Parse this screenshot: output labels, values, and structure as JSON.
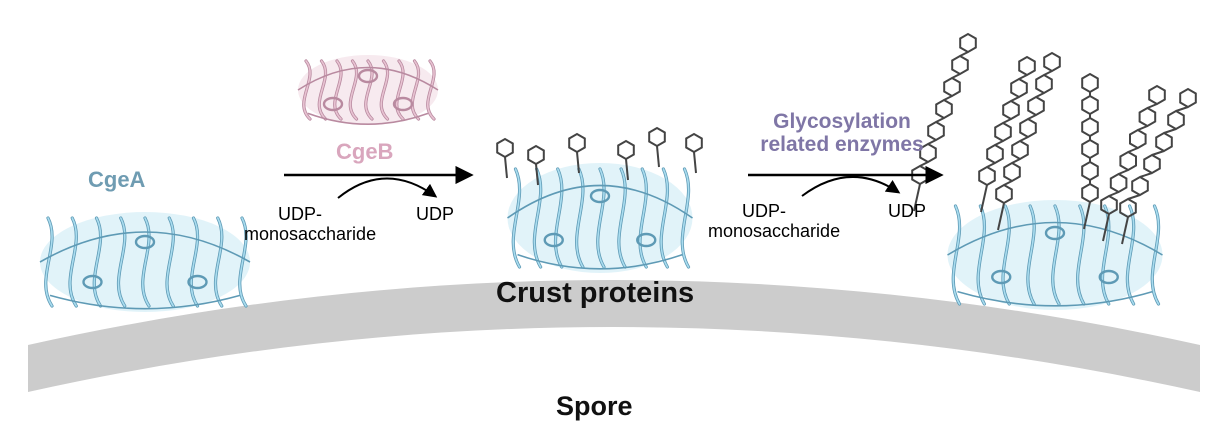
{
  "labels": {
    "cgea": "CgeA",
    "cgeb": "CgeB",
    "glyco_line1": "Glycosylation",
    "glyco_line2": "related enzymes",
    "udp_mono_1_line1": "UDP-",
    "udp_mono_1_line2": "monosaccharide",
    "udp_1": "UDP",
    "udp_mono_2_line1": "UDP-",
    "udp_mono_2_line2": "monosaccharide",
    "udp_2": "UDP",
    "crust": "Crust proteins",
    "spore": "Spore"
  },
  "colors": {
    "cgea": "#6f9cb2",
    "cgeb": "#d9a6bd",
    "glyco": "#7f76a6",
    "protein_fill": "#a9dcef",
    "protein_stroke": "#5e9ab5",
    "cgeb_protein_fill": "#e8c3d2",
    "cgeb_protein_stroke": "#b98aa0",
    "sugar": "#444444",
    "crust_band": "#cccccc",
    "arrow": "#000000",
    "text": "#000000"
  },
  "icons": {
    "cgea_structure": "protein-ribbon-icon",
    "cgeb_structure": "protein-ribbon-icon",
    "monosaccharide": "hexagon-ring-icon"
  }
}
